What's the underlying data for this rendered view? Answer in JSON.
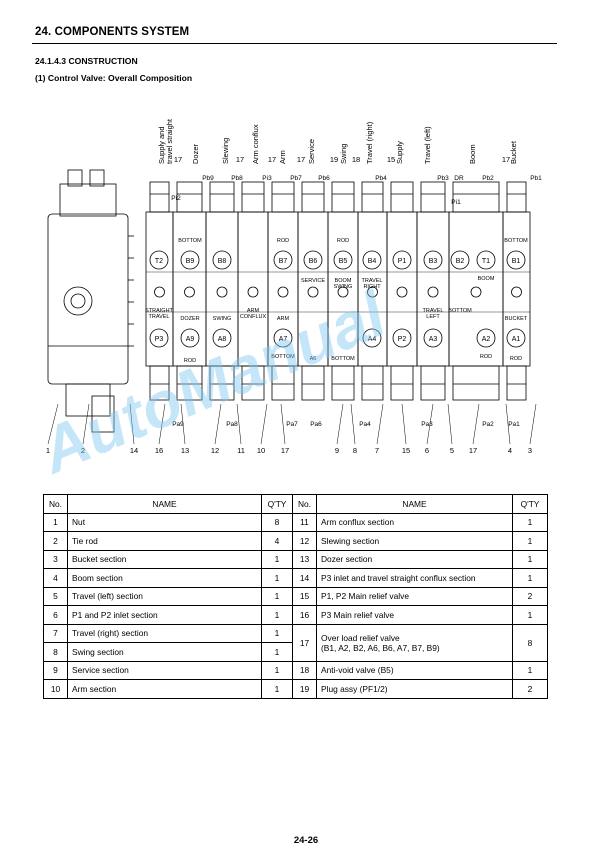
{
  "page": {
    "header": "24.  COMPONENTS SYSTEM",
    "section": "24.1.4.3 CONSTRUCTION",
    "subsection": "(1)  Control Valve: Overall Composition",
    "page_number": "24-26",
    "watermark": "AutoManual"
  },
  "diagram": {
    "top_labels": [
      "Supply and\ntravel straight",
      "Dozer",
      "Slewing",
      "Arm conflux",
      "Arm",
      "Service",
      "Swing",
      "Travel (right)",
      "Supply",
      "Travel (left)",
      "Boom",
      "Bucket"
    ],
    "port_top": [
      "Pi2",
      "Pb9",
      "Pb8",
      "Pi3",
      "Pb7",
      "Pb6",
      "Pb4",
      "Pb3",
      "DR",
      "Pb2",
      "Pb1",
      "Pi1"
    ],
    "callouts_top": [
      "17",
      "17",
      "17",
      "17",
      "19",
      "18",
      "15",
      "17"
    ],
    "port_bottom": [
      "Pa9",
      "Pa8",
      "Pa7",
      "Pa6",
      "Pa4",
      "Pa3",
      "Pa2",
      "Pa1"
    ],
    "section_labels": [
      "BOTTOM",
      "DOZER",
      "ROD",
      "STRAIGHT\nTRAVEL",
      "SWING",
      "ARM\nCONFLUX",
      "ROD",
      "ARM",
      "BOTTOM",
      "SERVICE",
      "A6",
      "ROD",
      "BOOM\nSWING",
      "BOTTOM",
      "TRAVEL\nRIGHT",
      "TRAVEL\nLEFT",
      "BOOM",
      "BOTTOM",
      "ROD",
      "BOTTOM",
      "BUCKET",
      "ROD"
    ],
    "port_circles": [
      "T2",
      "B9",
      "B8",
      "B7",
      "B6",
      "B5",
      "B4",
      "P1",
      "B3",
      "T1",
      "B2",
      "B1",
      "P3",
      "A9",
      "A8",
      "A7",
      "A4",
      "P2",
      "A3",
      "A2",
      "A1"
    ],
    "bottom_numbers": [
      "1",
      "2",
      "14",
      "16",
      "13",
      "12",
      "11",
      "10",
      "17",
      "9",
      "8",
      "7",
      "15",
      "6",
      "5",
      "17",
      "4",
      "3"
    ]
  },
  "table": {
    "headers": [
      "No.",
      "NAME",
      "Q'TY",
      "No.",
      "NAME",
      "Q'TY"
    ],
    "left": [
      {
        "no": "1",
        "name": "Nut",
        "qty": "8"
      },
      {
        "no": "2",
        "name": "Tie rod",
        "qty": "4"
      },
      {
        "no": "3",
        "name": "Bucket section",
        "qty": "1"
      },
      {
        "no": "4",
        "name": "Boom section",
        "qty": "1"
      },
      {
        "no": "5",
        "name": "Travel (left) section",
        "qty": "1"
      },
      {
        "no": "6",
        "name": "P1 and P2 inlet section",
        "qty": "1"
      },
      {
        "no": "7",
        "name": "Travel (right) section",
        "qty": "1"
      },
      {
        "no": "8",
        "name": "Swing section",
        "qty": "1"
      },
      {
        "no": "9",
        "name": "Service section",
        "qty": "1"
      },
      {
        "no": "10",
        "name": "Arm section",
        "qty": "1"
      }
    ],
    "right": [
      {
        "no": "11",
        "name": "Arm conflux section",
        "qty": "1"
      },
      {
        "no": "12",
        "name": "Slewing section",
        "qty": "1"
      },
      {
        "no": "13",
        "name": "Dozer section",
        "qty": "1"
      },
      {
        "no": "14",
        "name": "P3 inlet and travel straight conflux section",
        "qty": "1"
      },
      {
        "no": "15",
        "name": "P1, P2 Main relief valve",
        "qty": "2"
      },
      {
        "no": "16",
        "name": "P3 Main relief valve",
        "qty": "1"
      },
      {
        "no": "17",
        "name": "Over load relief valve",
        "name2": "(B1, A2, B2, A6, B6, A7, B7, B9)",
        "qty": "8"
      },
      {
        "no": "18",
        "name": "Anti-void valve (B5)",
        "qty": "1"
      },
      {
        "no": "19",
        "name": "Plug assy (PF1/2)",
        "qty": "2"
      }
    ]
  },
  "colors": {
    "watermark": "#7dc8f0",
    "line": "#000000",
    "body_fill": "#ffffff"
  }
}
